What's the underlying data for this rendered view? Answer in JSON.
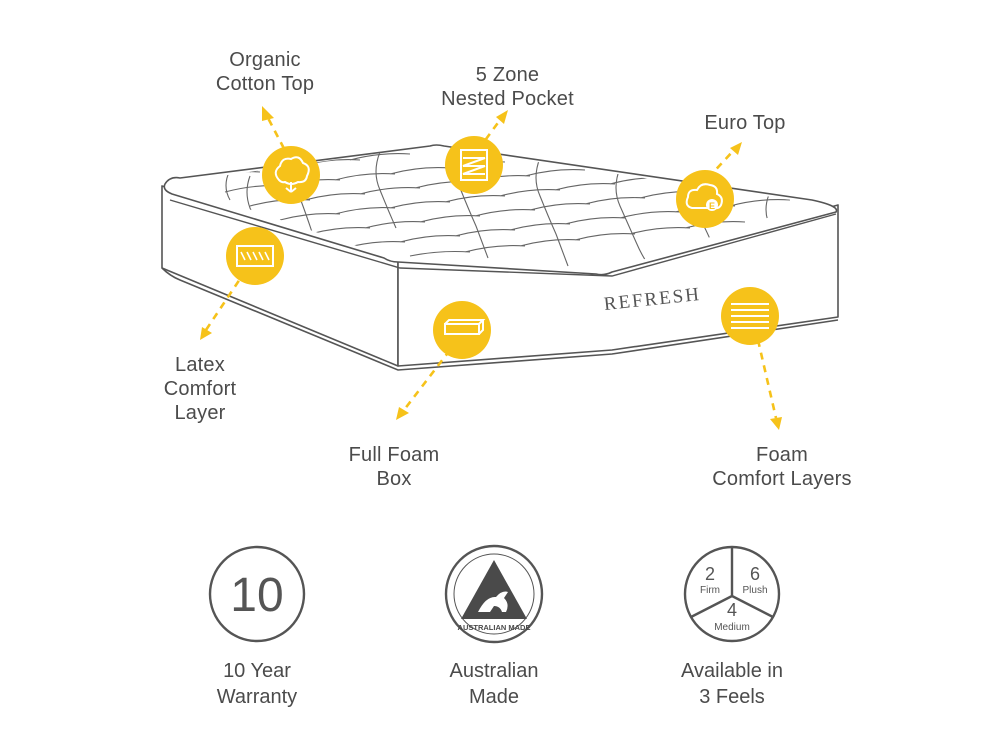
{
  "colors": {
    "accent": "#f6c21a",
    "line": "#555555",
    "text": "#4b4b4b",
    "background": "#ffffff"
  },
  "mattress": {
    "brand": "REFRESH"
  },
  "features": [
    {
      "id": "organic-cotton-top",
      "icon": "cotton-icon",
      "lines": [
        "Organic",
        "Cotton Top"
      ]
    },
    {
      "id": "five-zone-nested-pocket",
      "icon": "spring-icon",
      "lines": [
        "5 Zone",
        "Nested Pocket"
      ]
    },
    {
      "id": "euro-top",
      "icon": "euro-top-icon",
      "lines": [
        "Euro Top"
      ]
    },
    {
      "id": "latex-comfort-layer",
      "icon": "latex-layer-icon",
      "lines": [
        "Latex",
        "Comfort",
        "Layer"
      ]
    },
    {
      "id": "full-foam-box",
      "icon": "foam-box-icon",
      "lines": [
        "Full Foam",
        "Box"
      ]
    },
    {
      "id": "foam-comfort-layers",
      "icon": "foam-layers-icon",
      "lines": [
        "Foam",
        "Comfort Layers"
      ]
    }
  ],
  "badges": {
    "warranty": {
      "number": "10",
      "lines": [
        "10 Year",
        "Warranty"
      ]
    },
    "australian_made": {
      "logo_text": "AUSTRALIAN MADE",
      "lines": [
        "Australian",
        "Made"
      ]
    },
    "feels": {
      "segments": [
        {
          "number": "2",
          "name": "Firm"
        },
        {
          "number": "6",
          "name": "Plush"
        },
        {
          "number": "4",
          "name": "Medium"
        }
      ],
      "lines": [
        "Available in",
        "3 Feels"
      ]
    }
  }
}
